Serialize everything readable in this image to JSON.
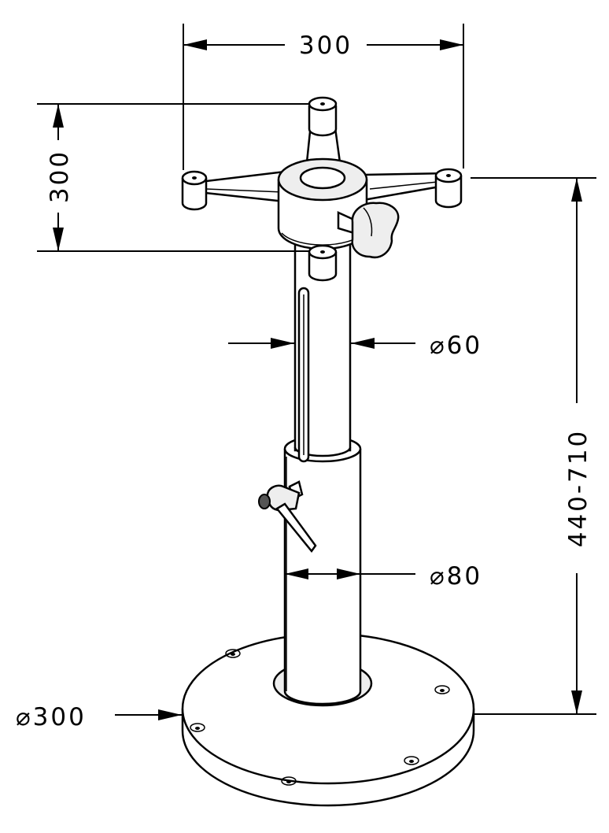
{
  "dimensions": {
    "top_width": "300",
    "top_depth": "300",
    "upper_tube_diameter": "60",
    "lower_tube_diameter": "80",
    "base_diameter": "300",
    "height_range": "440-710"
  },
  "symbols": {
    "diameter": "⌀"
  },
  "colors": {
    "line": "#000000",
    "background": "#ffffff",
    "shading": "#eeeeee"
  }
}
